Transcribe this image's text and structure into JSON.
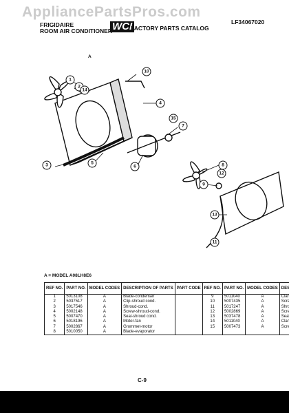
{
  "watermark": "AppliancePartsPros.com",
  "header": {
    "brand": "FRIGIDAIRE",
    "product": "ROOM AIR CONDITIONER",
    "logo": "WCI",
    "catalog": "FACTORY PARTS CATALOG",
    "catalog_number": "LF34067020"
  },
  "diagram": {
    "callouts": [
      "1",
      "2",
      "3",
      "4",
      "5",
      "6",
      "7",
      "8",
      "9",
      "10",
      "11",
      "12",
      "13",
      "14",
      "15"
    ],
    "loose_mark": "A"
  },
  "model_note": "A = MODEL A08LH8E6",
  "table": {
    "headers": {
      "ref": "REF NO.",
      "part": "PART NO.",
      "model": "MODEL CODES",
      "description": "DESCRIPTION OF PARTS",
      "part_code": "PART CODE"
    },
    "left": {
      "refs": [
        "1",
        "2",
        "3",
        "4",
        "5",
        "6",
        "7",
        "8"
      ],
      "parts": [
        "5013108",
        "5037517",
        "5017546",
        "5002148",
        "5007470",
        "5018196",
        "5002867",
        "5010050"
      ],
      "codes": [
        "A",
        "A",
        "A",
        "A",
        "A",
        "A",
        "A",
        "A"
      ],
      "descriptions": [
        "Blade-condenser",
        "Clip-shroud cond.",
        "Shroud-cond.",
        "Screw-shroud-cond.",
        "Seal-shroud cond.",
        "Motor-fan",
        "Grommet-motor",
        "Blade-evaporator"
      ]
    },
    "right": {
      "refs": [
        "9",
        "10",
        "11",
        "12",
        "13",
        "14",
        "15"
      ],
      "parts": [
        "5011040",
        "5007435",
        "5017247",
        "5002869",
        "5037478",
        "5011040",
        "5007473"
      ],
      "codes": [
        "A",
        "A",
        "A",
        "A",
        "A",
        "A",
        "A"
      ],
      "descriptions": [
        "Clamp-blade evap.",
        "Screw-clamp blade",
        "Shroud-evap.",
        "Screw-shroud evap.",
        "Seal-shroud evap.",
        "Clamp",
        "Screw-clamp"
      ]
    }
  },
  "page_number": "C-9"
}
